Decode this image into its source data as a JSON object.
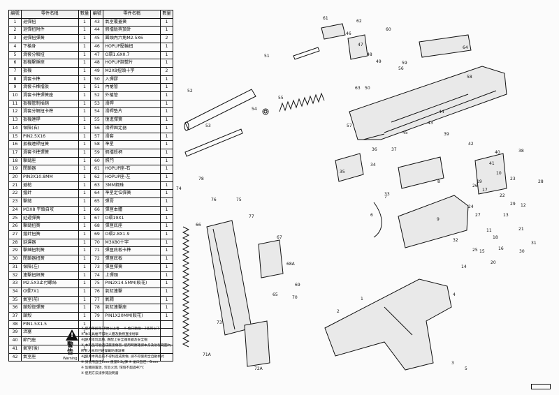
{
  "table": {
    "headers": [
      "編號",
      "零件名稱",
      "數量",
      "編號",
      "零件名稱",
      "數量"
    ],
    "rows": [
      [
        "1",
        "退彈扭",
        "1",
        "43",
        "氣室覆蓋簧",
        "1"
      ],
      [
        "2",
        "退彈扭附件",
        "1",
        "44",
        "假擋版夠頂針",
        "1"
      ],
      [
        "3",
        "退彈扭彈簧",
        "1",
        "45",
        "圓頭內六角M2.5X6",
        "2"
      ],
      [
        "4",
        "下槍身",
        "1",
        "46",
        "HOPUP壓輪扭",
        "1"
      ],
      [
        "5",
        "滑套分解扭",
        "1",
        "47",
        "O環1.6X0.7",
        "1"
      ],
      [
        "6",
        "扳機擊錘座",
        "1",
        "48",
        "HOPUP調整片",
        "1"
      ],
      [
        "7",
        "扳機",
        "1",
        "49",
        "M2X8扭頭十字",
        "2"
      ],
      [
        "8",
        "滑套卡榫",
        "1",
        "50",
        "入彈膠",
        "1"
      ],
      [
        "9",
        "滑套卡榫擋扳",
        "1",
        "51",
        "內槍管",
        "1"
      ],
      [
        "10",
        "滑套卡榫彈簧座",
        "1",
        "52",
        "外槍管",
        "1"
      ],
      [
        "11",
        "扳機管制插銷",
        "1",
        "53",
        "滑桿",
        "1"
      ],
      [
        "12",
        "滑套分解扭卡榫",
        "1",
        "54",
        "滑桿墊片",
        "1"
      ],
      [
        "13",
        "扳機連桿",
        "1",
        "55",
        "復進彈簧",
        "1"
      ],
      [
        "14",
        "保險(右)",
        "1",
        "56",
        "滑桿固定器",
        "1"
      ],
      [
        "15",
        "PIN2.5X16",
        "1",
        "57",
        "滑套",
        "1"
      ],
      [
        "16",
        "扳機連桿扭簧",
        "1",
        "58",
        "準星",
        "1"
      ],
      [
        "17",
        "滑套卡榫彈簧",
        "1",
        "59",
        "假擋殼柄",
        "1"
      ],
      [
        "18",
        "擊鎚座",
        "1",
        "60",
        "照門",
        "1"
      ],
      [
        "19",
        "閉鎖器",
        "1",
        "61",
        "HOPUP座-右",
        "1"
      ],
      [
        "20",
        "PIN3X10.8MM",
        "1",
        "62",
        "HOPUP座-左",
        "1"
      ],
      [
        "21",
        "避槌",
        "1",
        "63",
        "3MM鋼珠",
        "1"
      ],
      [
        "22",
        "擋針",
        "1",
        "64",
        "準星定位彈簧",
        "1"
      ],
      [
        "23",
        "擊鎚",
        "1",
        "65",
        "彈膏",
        "1"
      ],
      [
        "24",
        "M3X8 平頭自攻",
        "1",
        "66",
        "彈匣本體",
        "1"
      ],
      [
        "25",
        "延遲彈簧",
        "1",
        "67",
        "O環19X1",
        "1"
      ],
      [
        "26",
        "擊鎚扭簧",
        "1",
        "68",
        "彈匣底座",
        "1"
      ],
      [
        "27",
        "擋針扭簧",
        "1",
        "69",
        "O環2.8X1.9",
        "1"
      ],
      [
        "28",
        "延遲器",
        "1",
        "70",
        "M3X80十字",
        "1"
      ],
      [
        "29",
        "擊錘扭制簧",
        "1",
        "71",
        "彈匣底板卡榫",
        "1"
      ],
      [
        "30",
        "閉鎖器扭簧",
        "1",
        "72",
        "彈匣底板",
        "1"
      ],
      [
        "31",
        "保險(左)",
        "1",
        "73",
        "彈匣彈簧",
        "1"
      ],
      [
        "32",
        "連擊扭鈕簧",
        "1",
        "74",
        "上彈頭",
        "1"
      ],
      [
        "33",
        "M2.5X3止付螺絲",
        "1",
        "75",
        "PIN2X14.5MM(較花)",
        "1"
      ],
      [
        "34",
        "O環7X1",
        "1",
        "76",
        "氣缸連擊",
        "1"
      ],
      [
        "35",
        "氣室(前)",
        "1",
        "77",
        "氣閥",
        "1"
      ],
      [
        "36",
        "鎖殼復彈簧",
        "1",
        "78",
        "氣缸連擊座",
        "1"
      ],
      [
        "37",
        "鎖殼",
        "1",
        "79",
        "PIN1X20MM(較花)",
        "1"
      ],
      [
        "38",
        "PIN1.5X1.5",
        "1",
        "",
        "",
        ""
      ],
      [
        "39",
        "活塞",
        "1",
        "",
        "",
        ""
      ],
      [
        "40",
        "節門座",
        "1",
        "",
        "",
        ""
      ],
      [
        "41",
        "氣室(後)",
        "1",
        "",
        "",
        ""
      ],
      [
        "42",
        "氣室座",
        "1",
        "",
        "",
        ""
      ]
    ]
  },
  "warning": {
    "kanji": "警\n告",
    "label": "Warning",
    "lines": [
      "※ 使用年齡限18歲以上者 　※ 槍口動能：2焦耳以下",
      "※ 本玩具槍不得射人體及動物直接射擊",
      "※ 使用本玩具槍, 應配上安全護目鏡及安全帽",
      "※ 本商品可能造成嚴重傷害, 使用時應確保本身及射程範圍內",
      "   所有人員均已經穿戴防護設備",
      "※ 使用本商品前不得對造成受傷, 請不得使用全自動模式",
      "※ 請使用直徑6mm重量0.2g彈   ※ 槍口直徑：6mm",
      "※ 氣體請置放, 勿近火源, 環境不超過40℃",
      "※ 使用方法請參閱說明書"
    ]
  },
  "callouts": [
    "61",
    "62",
    "46",
    "47",
    "48",
    "60",
    "49",
    "64",
    "59",
    "56",
    "58",
    "51",
    "52",
    "63",
    "50",
    "55",
    "54",
    "53",
    "57",
    "43",
    "45",
    "39",
    "44",
    "42",
    "40",
    "38",
    "41",
    "37",
    "36",
    "35",
    "34",
    "33",
    "8",
    "24",
    "26",
    "23",
    "22",
    "12",
    "17",
    "9",
    "10",
    "19",
    "18",
    "30",
    "11",
    "20",
    "27",
    "21",
    "32",
    "13",
    "28",
    "31",
    "25",
    "7",
    "14",
    "6",
    "29",
    "16",
    "15",
    "1",
    "2",
    "3",
    "4",
    "5",
    "74",
    "78",
    "76",
    "75",
    "77",
    "73",
    "66",
    "67",
    "68A",
    "65",
    "69",
    "70",
    "71A",
    "72A"
  ]
}
